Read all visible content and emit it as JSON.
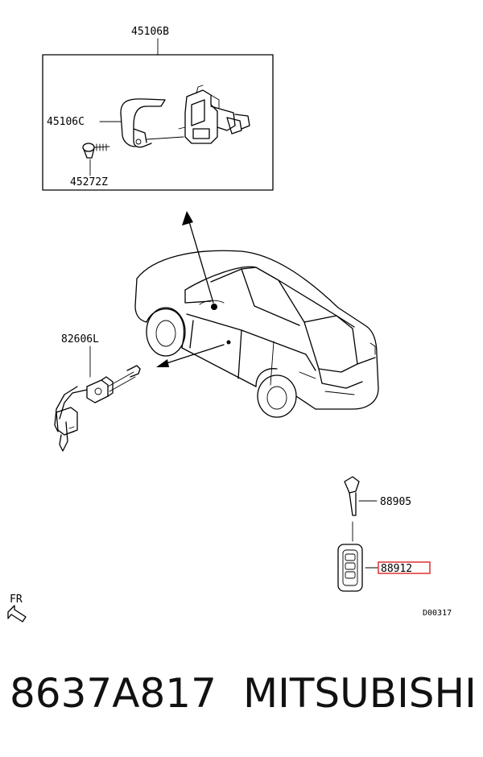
{
  "diagram": {
    "parts": {
      "ignition_assembly": "45106B",
      "lock_cylinder_housing": "45106C",
      "screw": "45272Z",
      "door_lock_cylinder": "82606L",
      "key_blade": "88905",
      "smart_key": "88912"
    },
    "direction_label": "FR",
    "drawing_code": "D00317",
    "highlight_color": "#e03030"
  },
  "footer": {
    "part_number": "8637A817",
    "brand": "MITSUBISHI"
  }
}
